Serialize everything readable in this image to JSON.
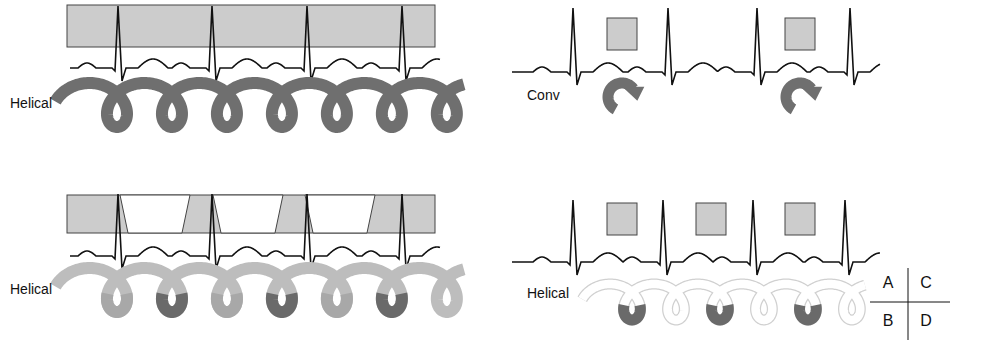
{
  "diagram": {
    "labels": [
      "Helical",
      "Conv",
      "Helical",
      "Helical",
      "A",
      "C",
      "B",
      "D"
    ]
  }
}
